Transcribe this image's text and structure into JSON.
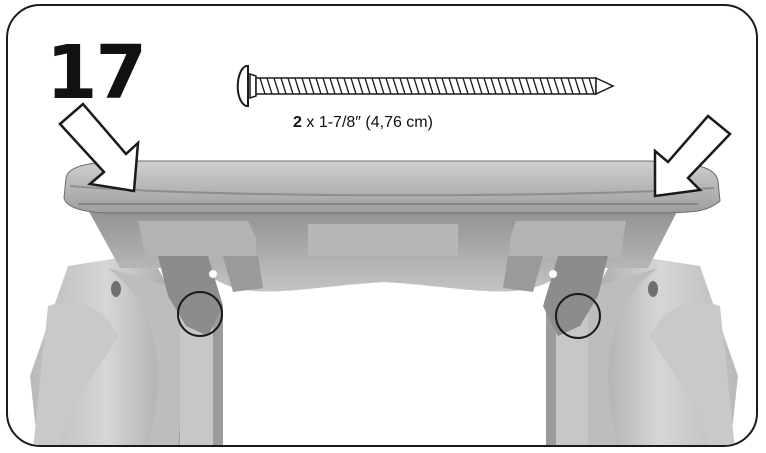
{
  "step": {
    "number": "17"
  },
  "hardware": {
    "quantity": "2",
    "times": "x",
    "size": "1-7/8″ (4,76 cm)",
    "icon": "screw-icon"
  },
  "callouts": {
    "arrow_icon": "arrow-down-icon",
    "circle_icon": "highlight-circle-icon"
  },
  "colors": {
    "outline": "#1a1a1a",
    "plastic_light": "#c8c8c8",
    "plastic_mid": "#a9a9a9",
    "plastic_dark": "#8a8a8a"
  }
}
